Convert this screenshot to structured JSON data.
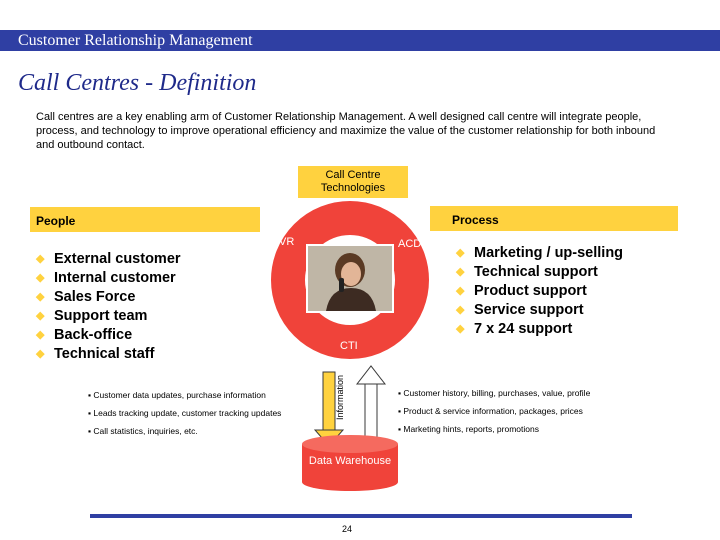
{
  "header": {
    "title": "Customer Relationship Management"
  },
  "slide": {
    "title": "Call Centres - Definition",
    "intro": "Call centres are a key enabling arm of Customer Relationship Management. A well designed call centre will integrate people, process, and technology to improve operational efficiency and maximize the value of the customer relationship for both inbound and outbound contact."
  },
  "tech_box": {
    "label": "Call Centre Technologies"
  },
  "people": {
    "label": "People",
    "items": [
      "External customer",
      "Internal customer",
      "Sales Force",
      "Support team",
      "Back-office",
      "Technical staff"
    ]
  },
  "process": {
    "label": "Process",
    "items": [
      "Marketing / up-selling",
      "Technical support",
      "Product support",
      "Service support",
      "7 x 24 support"
    ]
  },
  "ring": {
    "ivr": "IVR",
    "acd": "ACD",
    "cti": "CTI"
  },
  "flows": {
    "info_label": "Information",
    "left": [
      "▪ Customer data updates, purchase information",
      "▪ Leads tracking update, customer tracking updates",
      "▪ Call statistics, inquiries, etc."
    ],
    "right": [
      "▪ Customer history, billing, purchases, value, profile",
      "▪ Product & service information, packages, prices",
      "▪ Marketing hints, reports, promotions"
    ]
  },
  "data_warehouse": {
    "label": "Data Warehouse"
  },
  "footer": {
    "page": "24"
  },
  "colors": {
    "accent_blue": "#2f3fa3",
    "yellow": "#ffd23f",
    "ring_red": "#f0433a",
    "title_blue": "#1f2a8a"
  }
}
